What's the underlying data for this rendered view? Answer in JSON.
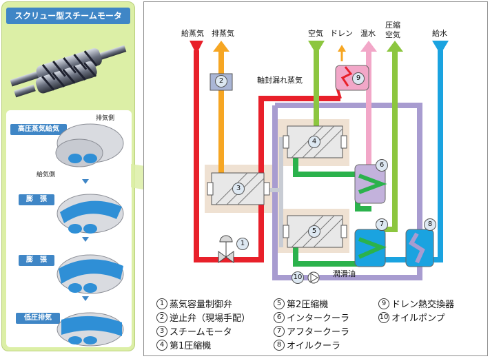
{
  "left_panel": {
    "title": "スクリュー型スチームモータ",
    "phases": [
      "高圧蒸気給気",
      "膨　張",
      "膨　張",
      "低圧排気"
    ],
    "exhaust_side": "排気側",
    "intake_side": "給気側"
  },
  "flows": {
    "supply_steam": "給蒸気",
    "exhaust_steam": "排蒸気",
    "air": "空気",
    "drain": "ドレン",
    "hot_water": "温水",
    "compressed_air_line1": "圧縮",
    "compressed_air_line2": "空気",
    "feed_water": "給水",
    "gland_leak_steam": "軸封漏れ蒸気",
    "lube_oil": "潤滑油"
  },
  "equipment_numbers": [
    "1",
    "2",
    "3",
    "4",
    "5",
    "6",
    "7",
    "8",
    "9",
    "10"
  ],
  "legend": [
    {
      "num": "1",
      "label": "蒸気容量制御弁"
    },
    {
      "num": "2",
      "label": "逆止弁（現場手配）"
    },
    {
      "num": "3",
      "label": "スチームモータ"
    },
    {
      "num": "4",
      "label": "第1圧縮機"
    },
    {
      "num": "5",
      "label": "第2圧縮機"
    },
    {
      "num": "6",
      "label": "インタークーラ"
    },
    {
      "num": "7",
      "label": "アフタークーラ"
    },
    {
      "num": "8",
      "label": "オイルクーラ"
    },
    {
      "num": "9",
      "label": "ドレン熱交換器"
    },
    {
      "num": "10",
      "label": "オイルポンプ"
    }
  ],
  "colors": {
    "steam": "#e8202a",
    "exhaust": "#f6a623",
    "air": "#8cc63f",
    "drain": "#f6a623",
    "hot_water": "#f2a7c8",
    "feed_water": "#1aa3e0",
    "oil": "#a89cd0",
    "panel_green": "#dcefa6",
    "label_blue": "#3f86c6"
  }
}
